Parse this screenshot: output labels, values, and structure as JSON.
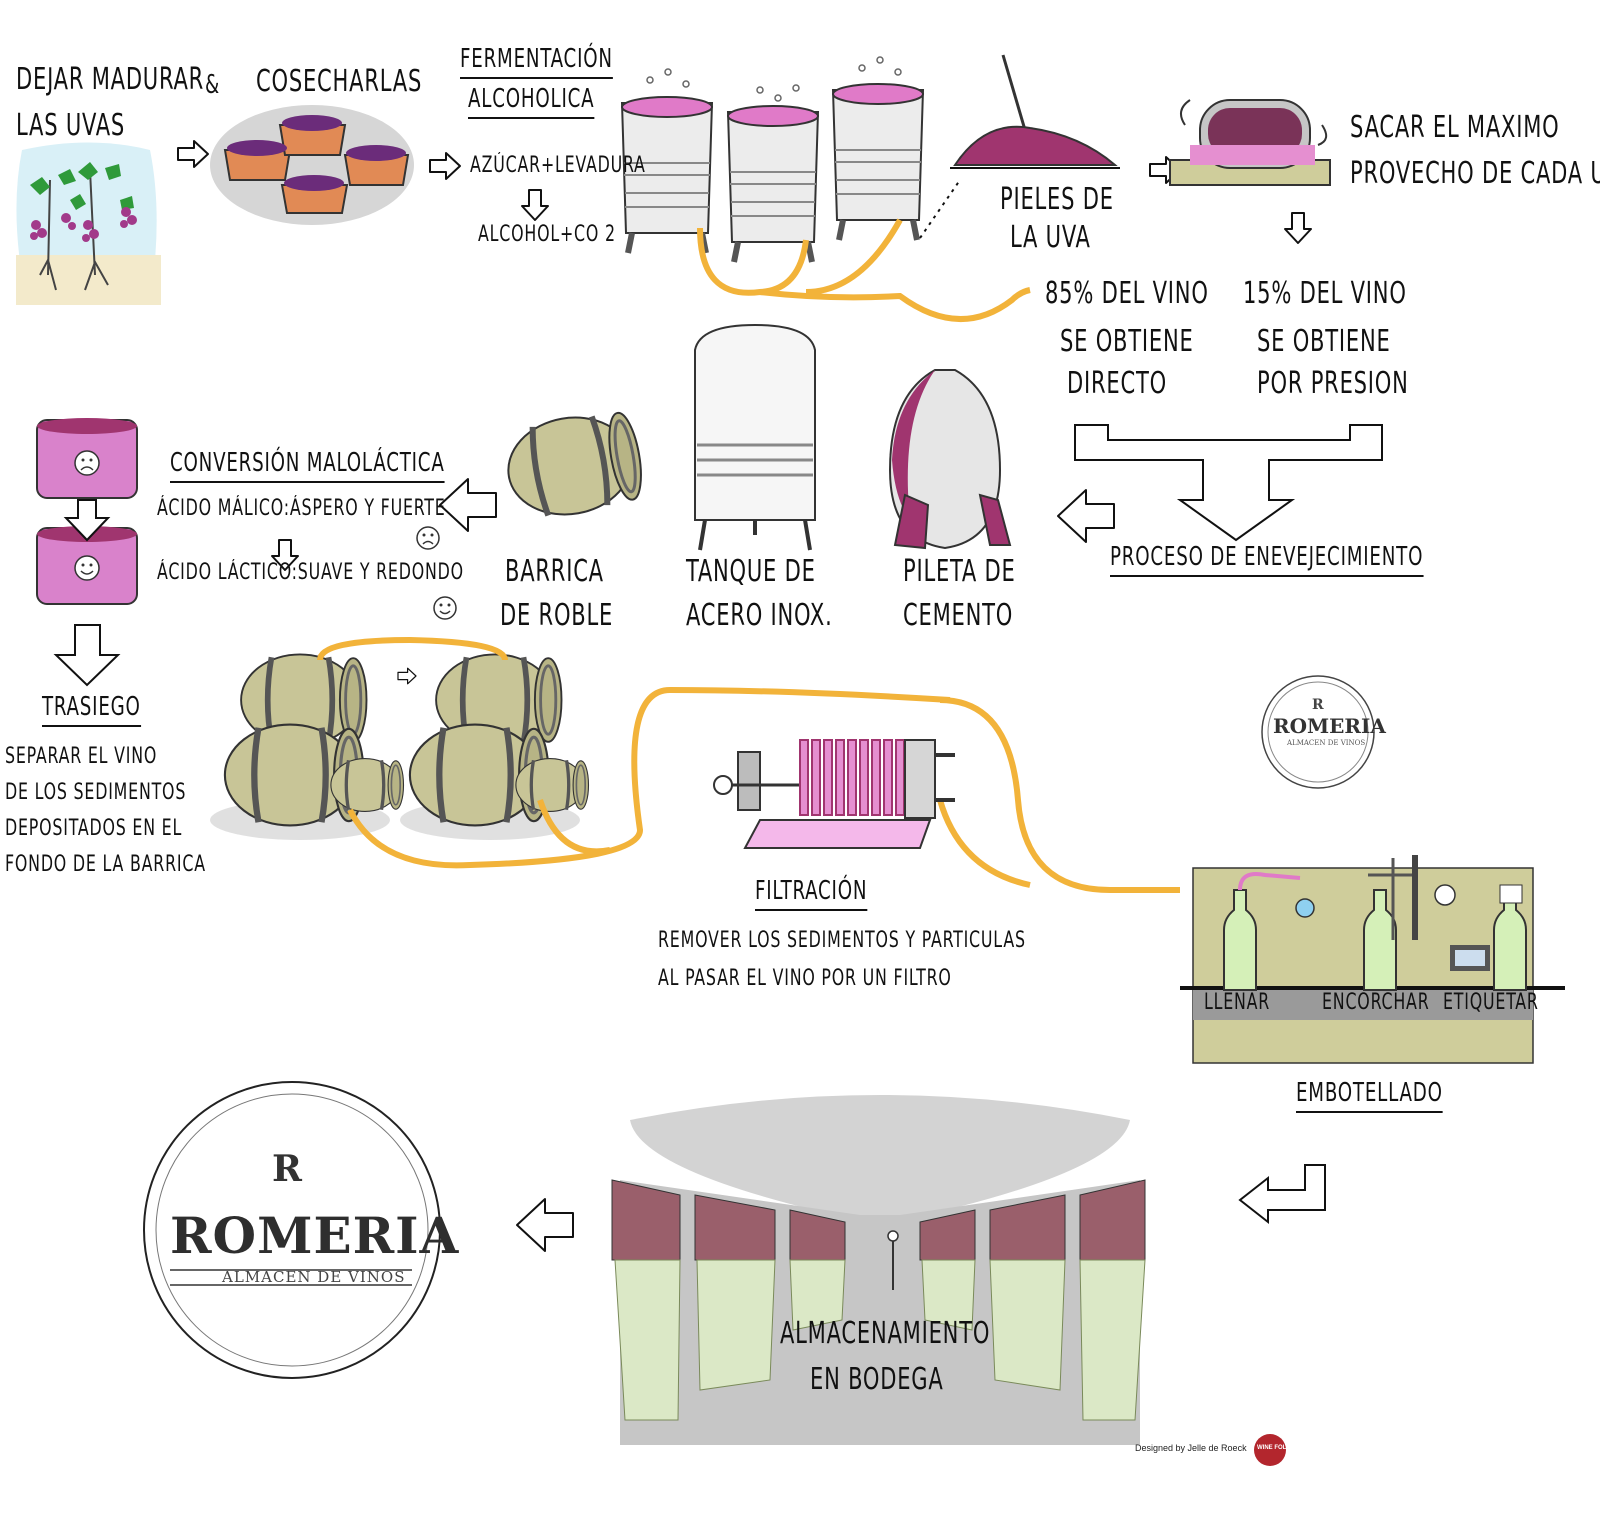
{
  "steps": {
    "ripen": {
      "line1": "DEJAR MADURAR",
      "line2": "LAS UVAS"
    },
    "amp": "&",
    "harvest": "COSECHARLAS",
    "fermentation": {
      "title1": "FERMENTACIÓN",
      "title2": "ALCOHOLICA",
      "formula1": "AZÚCAR+LEVADURA",
      "formula2": "ALCOHOL+CO 2"
    },
    "skins": {
      "line1": "PIELES DE",
      "line2": "LA UVA"
    },
    "press": {
      "line1": "SACAR EL MAXIMO",
      "line2": "PROVECHO DE CADA UVA"
    },
    "split_direct": {
      "line1": "85% DEL VINO",
      "line2": "SE OBTIENE",
      "line3": "DIRECTO"
    },
    "split_press": {
      "line1": "15% DEL VINO",
      "line2": "SE OBTIENE",
      "line3": "POR PRESION"
    },
    "aging": "PROCESO DE ENEVEJECIMIENTO",
    "cement": {
      "line1": "PILETA DE",
      "line2": "CEMENTO"
    },
    "steel": {
      "line1": "TANQUE DE",
      "line2": "ACERO INOX."
    },
    "barrel": {
      "line1": "BARRICA",
      "line2": "DE ROBLE"
    },
    "malolactic": {
      "title": "CONVERSIÓN MALOLÁCTICA",
      "line1": "ÁCIDO MÁLICO:ÁSPERO Y FUERTE",
      "line2": "ÁCIDO LÁCTICO:SUAVE Y REDONDO"
    },
    "racking": {
      "title": "TRASIEGO",
      "line1": "SEPARAR EL VINO",
      "line2": "DE LOS SEDIMENTOS",
      "line3": "DEPOSITADOS EN EL",
      "line4": "FONDO DE LA BARRICA"
    },
    "filtration": {
      "title": "FILTRACIÓN",
      "line1": "REMOVER LOS SEDIMENTOS Y PARTICULAS",
      "line2": "AL PASAR EL VINO  POR UN FILTRO"
    },
    "bottling": {
      "title": "EMBOTELLADO",
      "fill": "LLENAR",
      "cork": "ENCORCHAR",
      "label": "ETIQUETAR"
    },
    "storage": {
      "line1": "ALMACENAMIENTO",
      "line2": "EN BODEGA"
    }
  },
  "brand": {
    "initial": "R",
    "name": "ROMERIA",
    "tagline": "ALMACEN DE VINOS"
  },
  "credit": "Designed by Jelle de Roeck",
  "credit_badge": "WINE FOLLY",
  "colors": {
    "wine": "#a0356f",
    "pink": "#e58fd0",
    "barrel": "#c9c79a",
    "hose": "#f2b33a",
    "machine": "#cfcd9b",
    "metal": "#e6e6e6",
    "text": "#111111"
  },
  "icons": [
    "arrow-right-icon",
    "arrow-down-icon",
    "arrow-left-icon",
    "sad-face-icon",
    "happy-face-icon",
    "vine-icon",
    "grape-basket-icon",
    "fermentation-tank-icon",
    "shovel-icon",
    "wine-press-icon",
    "cement-egg-icon",
    "steel-tank-icon",
    "oak-barrel-icon",
    "filter-press-icon",
    "bottling-machine-icon",
    "cellar-icon",
    "romeria-seal-icon"
  ]
}
